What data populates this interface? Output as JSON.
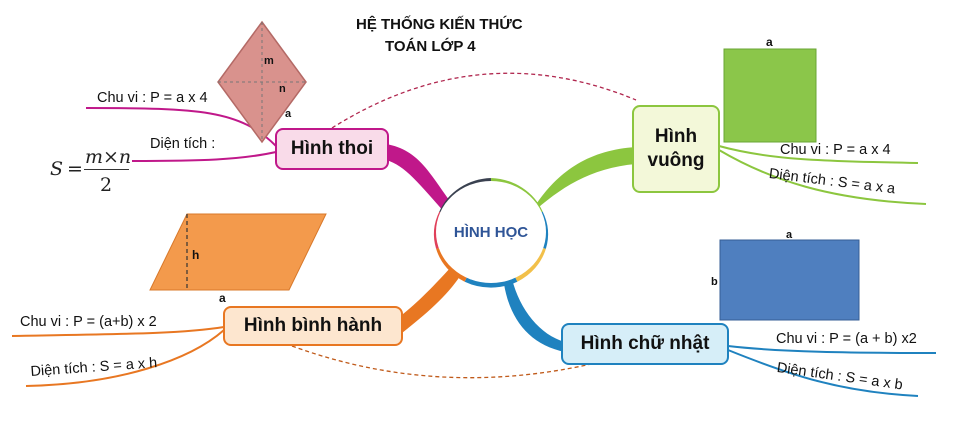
{
  "title": {
    "line1": "HỆ THỐNG KIẾN THỨC",
    "line2": "TOÁN LỚP 4"
  },
  "center": {
    "label": "HÌNH HỌC"
  },
  "rhombus": {
    "node": "Hình thoi",
    "perimeter": "Chu vi : P = a x 4",
    "area_label": "Diện tích :",
    "formula_s": "S",
    "formula_eq": "=",
    "formula_num": "m×n",
    "formula_den": "2",
    "labels": {
      "m": "m",
      "n": "n",
      "a": "a"
    }
  },
  "square": {
    "node_line1": "Hình",
    "node_line2": "vuông",
    "perimeter": "Chu vi : P = a x 4",
    "area": "Diện tích : S = a x a",
    "labels": {
      "a": "a"
    }
  },
  "parallelogram": {
    "node": "Hình bình hành",
    "perimeter": "Chu vi : P = (a+b) x 2",
    "area": "Diện tích : S = a x h",
    "labels": {
      "h": "h",
      "a": "a"
    }
  },
  "rectangle": {
    "node": "Hình chữ nhật",
    "perimeter": "Chu vi : P = (a + b) x2",
    "area": "Diện tích : S = a x b",
    "labels": {
      "a": "a",
      "b": "b"
    }
  },
  "colors": {
    "rhombus": "#c0188a",
    "square": "#8cc63f",
    "parallelogram": "#e87722",
    "rectangle": "#1f82bf",
    "hub_ring_dark": "#3a4150"
  }
}
